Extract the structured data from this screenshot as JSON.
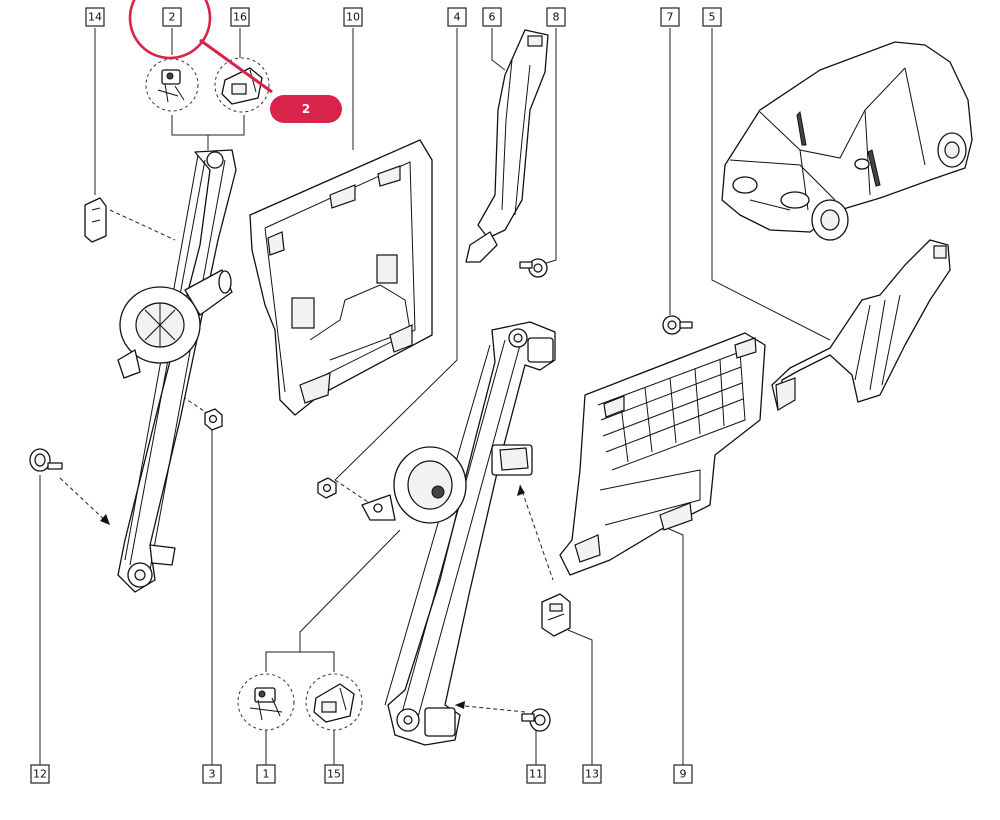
{
  "colors": {
    "highlight": "#d8234a",
    "ink": "#111111",
    "background": "#ffffff"
  },
  "callouts": [
    {
      "id": "c14",
      "label": "14"
    },
    {
      "id": "c2",
      "label": "2"
    },
    {
      "id": "c16",
      "label": "16"
    },
    {
      "id": "c10",
      "label": "10"
    },
    {
      "id": "c4",
      "label": "4"
    },
    {
      "id": "c6",
      "label": "6"
    },
    {
      "id": "c8",
      "label": "8"
    },
    {
      "id": "c7",
      "label": "7"
    },
    {
      "id": "c5",
      "label": "5"
    },
    {
      "id": "c12",
      "label": "12"
    },
    {
      "id": "c3",
      "label": "3"
    },
    {
      "id": "c1",
      "label": "1"
    },
    {
      "id": "c15",
      "label": "15"
    },
    {
      "id": "c11",
      "label": "11"
    },
    {
      "id": "c13",
      "label": "13"
    },
    {
      "id": "c9",
      "label": "9"
    }
  ],
  "highlight_badge": {
    "label": "2"
  }
}
